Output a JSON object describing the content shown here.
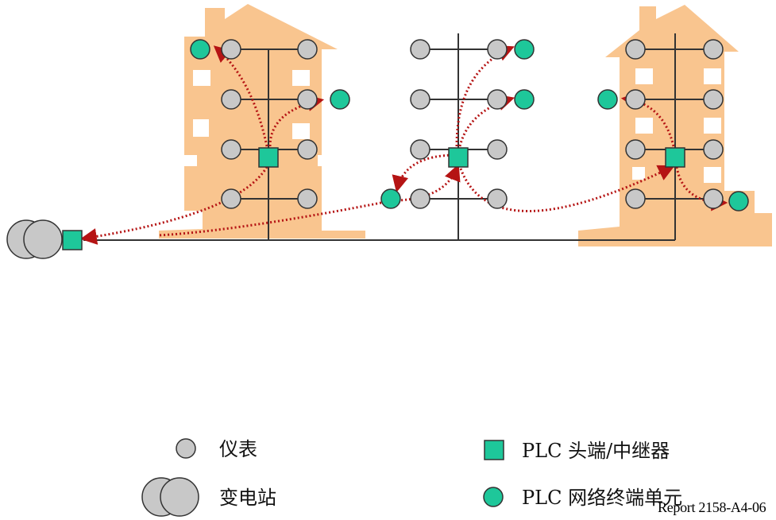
{
  "colors": {
    "building": "#f9c58f",
    "wire": "#333333",
    "meter_fill": "#c8c8c8",
    "meter_stroke": "#333333",
    "plc_device": "#1ec79a",
    "link": "#b51414"
  },
  "legend": {
    "meter": {
      "label": "仪表",
      "icon": "meter-circle"
    },
    "substation": {
      "label": "变电站",
      "icon": "substation-double-circle"
    },
    "headend": {
      "label": "PLC 头端/中继器",
      "icon": "teal-square"
    },
    "terminal": {
      "label": "PLC 网络终端单元",
      "icon": "teal-circle"
    }
  },
  "report_code": "Report 2158-A4-06"
}
